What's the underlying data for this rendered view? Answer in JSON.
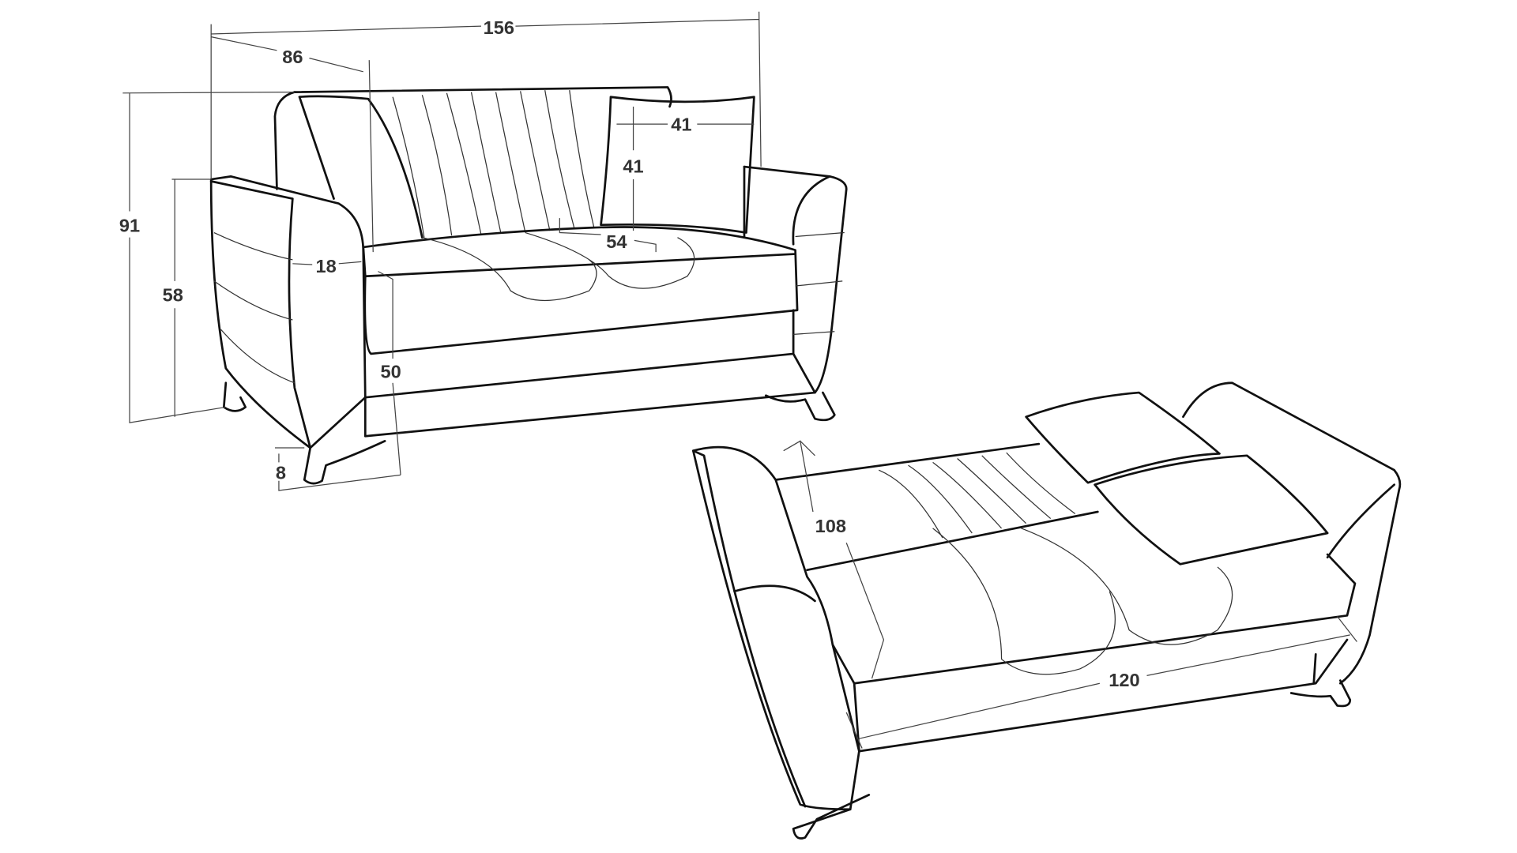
{
  "dimensions": {
    "total_width": "156",
    "depth": "86",
    "height": "91",
    "arm_height": "58",
    "arm_width": "18",
    "pillow_width": "41",
    "pillow_height": "41",
    "seat_depth": "54",
    "seat_height": "50",
    "leg_height": "8",
    "bed_length": "108",
    "bed_width": "120"
  }
}
